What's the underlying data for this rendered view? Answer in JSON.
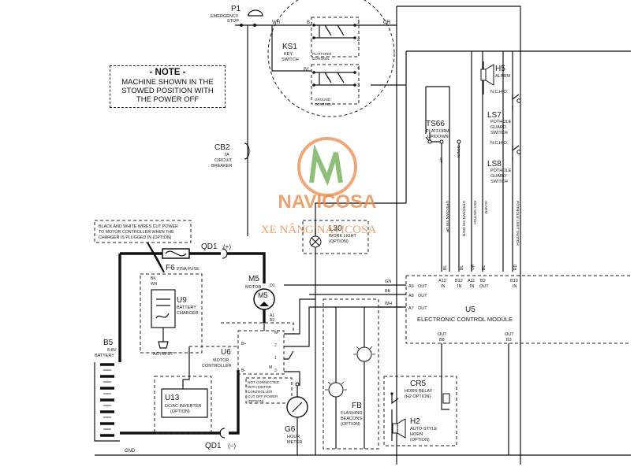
{
  "note": {
    "title": "- NOTE -",
    "lines": [
      "MACHINE SHOWN IN THE",
      "STOWED POSITION WITH",
      "THE POWER OFF"
    ]
  },
  "charger_note": [
    "BLACK AND WHITE WIRES CUT POWER",
    "TO MOTOR CONTROLLER WHEN THE",
    "CHARGER IS PLUGGED IN (OPTION)"
  ],
  "components": {
    "p1": {
      "id": "P1",
      "name": [
        "EMERGENCY",
        "STOP"
      ]
    },
    "ks1": {
      "id": "KS1",
      "name": [
        "KEY",
        "SWITCH"
      ],
      "platform": [
        "PLATFORM",
        "CONTROL"
      ],
      "ground": [
        "GROUND",
        "CONTROL"
      ]
    },
    "cb2": {
      "id": "CB2",
      "name": [
        "7A",
        "CIRCUIT",
        "BREAKER"
      ]
    },
    "f6": {
      "id": "F6",
      "name": "275A FUSE"
    },
    "qd1_pos": {
      "id": "QD1",
      "sign": "(+)"
    },
    "qd1_neg": {
      "id": "QD1",
      "sign": "(−)"
    },
    "m5": {
      "id": "M5",
      "name": "MOTOR",
      "symbol": "M5"
    },
    "u9": {
      "id": "U9",
      "name": [
        "BATTERY",
        "CHARGER"
      ]
    },
    "ac_input": "AC INPUT",
    "b5": {
      "id": "B5",
      "name": [
        "6-6V",
        "BATTERY"
      ]
    },
    "u6": {
      "id": "U6",
      "name": [
        "MOTOR",
        "CONTROLLER"
      ]
    },
    "u13": {
      "id": "U13",
      "name": [
        "DC/AC INVERTER",
        "(OPTION)"
      ]
    },
    "not_connected": [
      "NOT CONNECTED",
      "WITH MOTOR",
      "CONTROLLER",
      "CUT OFF POWER",
      "(OPTION)"
    ],
    "g6": {
      "id": "G6",
      "name": [
        "HOUR",
        "METER"
      ]
    },
    "fb": {
      "id": "FB",
      "name": [
        "FLASHING",
        "BEACONS",
        "(OPTION)"
      ]
    },
    "l30": {
      "id": "L30",
      "name": [
        "WORK LIGHT",
        "(OPTION)"
      ]
    },
    "ts66": {
      "id": "TS66",
      "name": [
        "PLATFORM",
        "UP/DOWN"
      ]
    },
    "h5": {
      "id": "H5",
      "name": "ALARM"
    },
    "ls7": {
      "id": "LS7",
      "nchc": "N.C.H.O.",
      "name": [
        "POTHOLE",
        "GUARD",
        "SWITCH"
      ]
    },
    "ls8": {
      "id": "LS8",
      "nchc": "N.C.H.O.",
      "name": [
        "POTHOLE",
        "GUARD",
        "SWITCH"
      ]
    },
    "u5": {
      "id": "U5",
      "name": "ELECTRONIC CONTROL MODULE"
    },
    "cr5": {
      "id": "CR5",
      "name": [
        "HORN RELAY",
        "(H2 OPTION)"
      ]
    },
    "h2": {
      "id": "H2",
      "name": [
        "AUTO-STYLE",
        "HORN",
        "(OPTION)"
      ]
    }
  },
  "wire_colors": {
    "wh": "WH",
    "or": "OR",
    "bk": "BK",
    "gn": "GN",
    "gnd": "GND"
  },
  "ks1_terms": [
    "B",
    "1",
    "2",
    "B1",
    "4",
    "3"
  ],
  "u6_terms": [
    "B+",
    "M-",
    "B-",
    "2",
    "1",
    "3",
    "M",
    "A1",
    "A2",
    "D1"
  ],
  "vertical_labels": [
    "UP",
    "DOWN",
    "UP/DOWN SW UP",
    "UP/DOWN SW DWN",
    "KEY SWITCH",
    "ALARM",
    "POTHOLE LIMIT SWITCH"
  ],
  "ecm_pins": {
    "left": [
      {
        "pin": "A9",
        "dir": "OUT"
      },
      {
        "pin": "A8",
        "dir": "OUT"
      },
      {
        "pin": "A7",
        "dir": "OUT"
      }
    ],
    "top": [
      {
        "pin": "A12",
        "dir": "IN"
      },
      {
        "pin": "B12",
        "dir": "IN"
      },
      {
        "pin": "A11",
        "dir": "IN"
      },
      {
        "pin": "B9",
        "dir": "OUT"
      },
      {
        "pin": "B10",
        "dir": "IN"
      }
    ],
    "bottom": [
      {
        "pin": "B8",
        "dir": "OUT"
      },
      {
        "pin": "B3",
        "dir": "OUT"
      }
    ]
  },
  "wire_codes_top": [
    "BL",
    "BL",
    "OR",
    "BL",
    "RD"
  ],
  "watermark": {
    "brand": "NAVICOSA",
    "tagline": "XE NÂNG NAVICOSA"
  },
  "colors": {
    "ink": "#111111",
    "watermark_orange": "#e88a4a",
    "watermark_green": "#6aa84f"
  }
}
